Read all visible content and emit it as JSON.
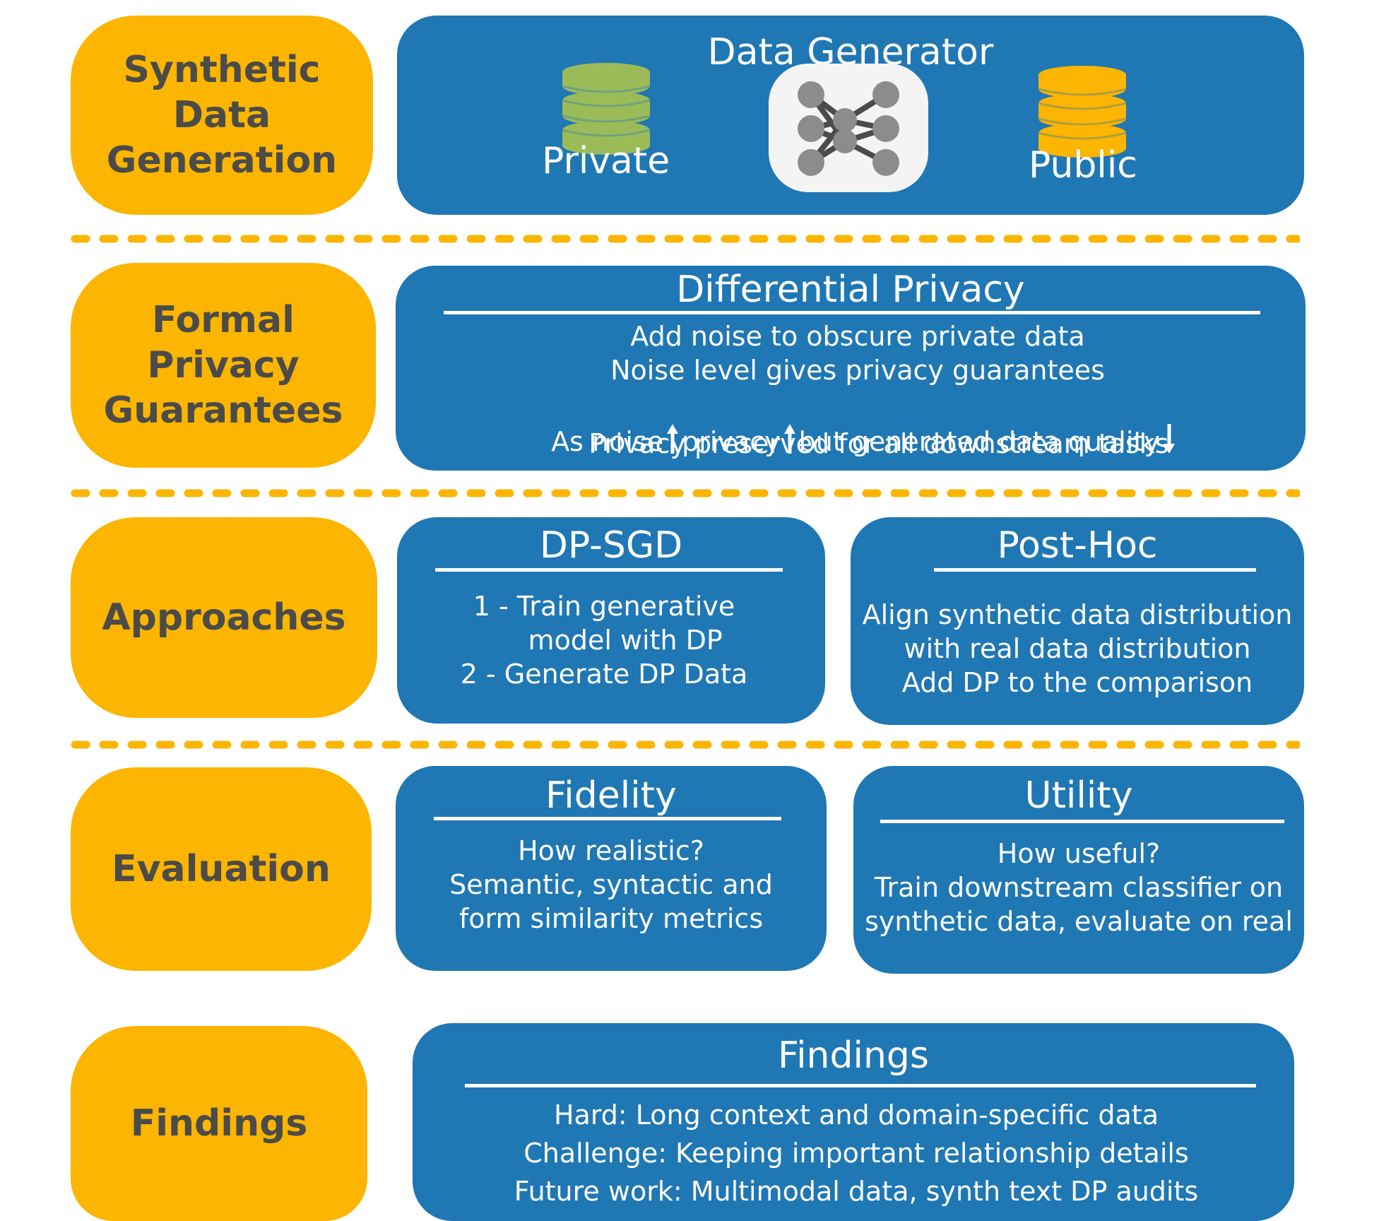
{
  "rows": {
    "synthetic": {
      "label": "Synthetic\nData\nGeneration",
      "panel_title": "Data Generator",
      "private_label": "Private",
      "public_label": "Public"
    },
    "formal": {
      "label": "Formal\nPrivacy\nGuarantees",
      "panel_title": "Differential Privacy",
      "line1": "Add noise to obscure private data",
      "line2": "Noise level gives privacy guarantees",
      "line3_a": "As noise",
      "line3_b": "privacy",
      "line3_c": "but generated data quality",
      "line4": "Privacy preserved for all downstream tasks"
    },
    "approaches": {
      "label": "Approaches",
      "dpsgd_title": "DP-SGD",
      "dpsgd_body": "1 - Train generative\n     model with DP\n2 - Generate DP Data",
      "posthoc_title": "Post-Hoc",
      "posthoc_body": "Align synthetic data distribution\nwith real data distribution\nAdd DP to the comparison"
    },
    "evaluation": {
      "label": "Evaluation",
      "fidelity_title": "Fidelity",
      "fidelity_body": "How realistic?\nSemantic,  syntactic and\nform similarity metrics",
      "utility_title": "Utility",
      "utility_body": "How useful?\nTrain downstream classifier on\nsynthetic data, evaluate on real"
    },
    "findings": {
      "label": "Findings",
      "panel_title": "Findings",
      "line1": "Hard: Long  context and domain-specific data",
      "line2": "Challenge: Keeping important relationship details",
      "line3": "Future work: Multimodal data, synth text  DP audits"
    }
  },
  "icons": {
    "private_db": "database-icon",
    "public_db": "database-icon",
    "network": "neural-network-icon",
    "up_arrow": "arrow-up-icon",
    "down_arrow": "arrow-down-icon"
  },
  "colors": {
    "label_bg": "#fcb501",
    "label_text": "#4b4b49",
    "panel_bg": "#1f77b4",
    "private_db": "#9bbb59",
    "public_db": "#fcb501",
    "separator": "#fcb501"
  }
}
